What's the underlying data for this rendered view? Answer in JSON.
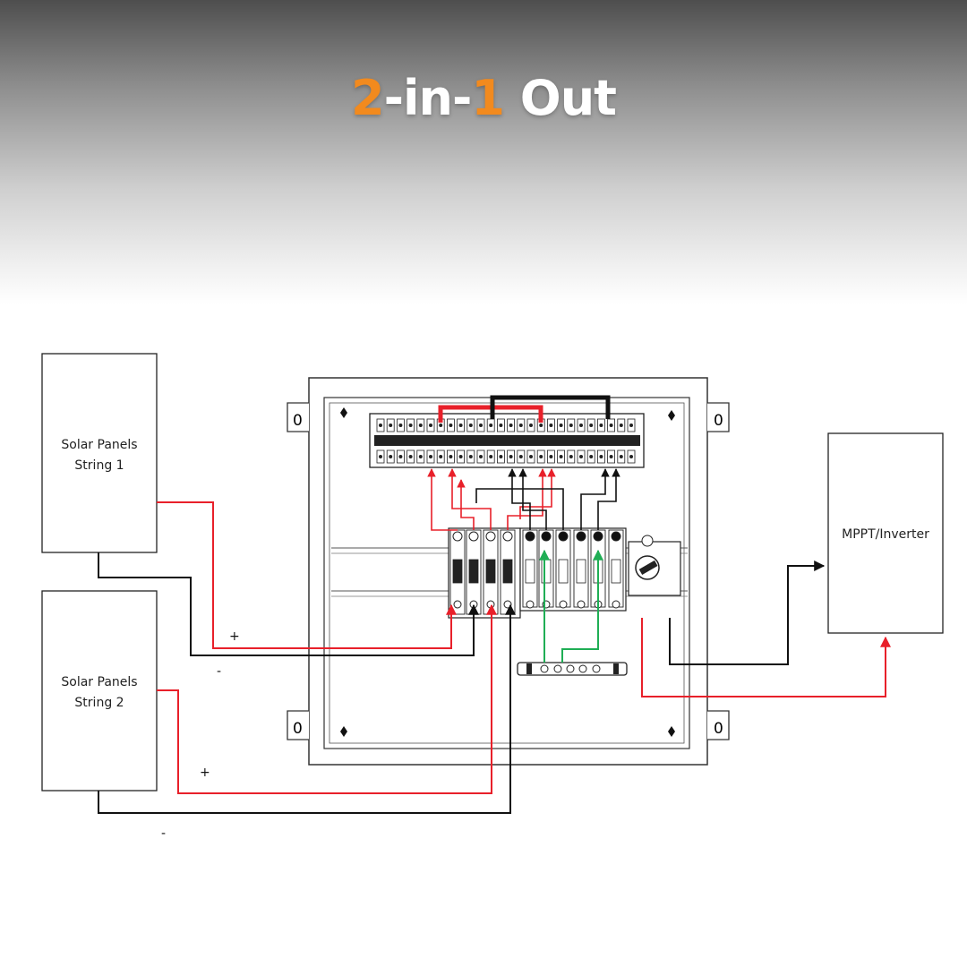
{
  "title": {
    "part1_num": "2",
    "part1_text": "-in-",
    "part2_num": "1",
    "part2_text": " Out",
    "accent_color": "#f28a1e"
  },
  "devices": {
    "string1": {
      "line1": "Solar Panels",
      "line2": "String 1"
    },
    "string2": {
      "line1": "Solar Panels",
      "line2": "String 2"
    },
    "inverter": {
      "label": "MPPT/Inverter"
    }
  },
  "polarity": {
    "string1_pos": "+",
    "string1_neg": "-",
    "string2_pos": "+",
    "string2_neg": "-"
  },
  "wire_colors": {
    "positive": "#e8202a",
    "negative": "#111111",
    "ground": "#1fae55"
  },
  "enclosure_mount_marks": [
    "0",
    "0",
    "0",
    "0"
  ]
}
